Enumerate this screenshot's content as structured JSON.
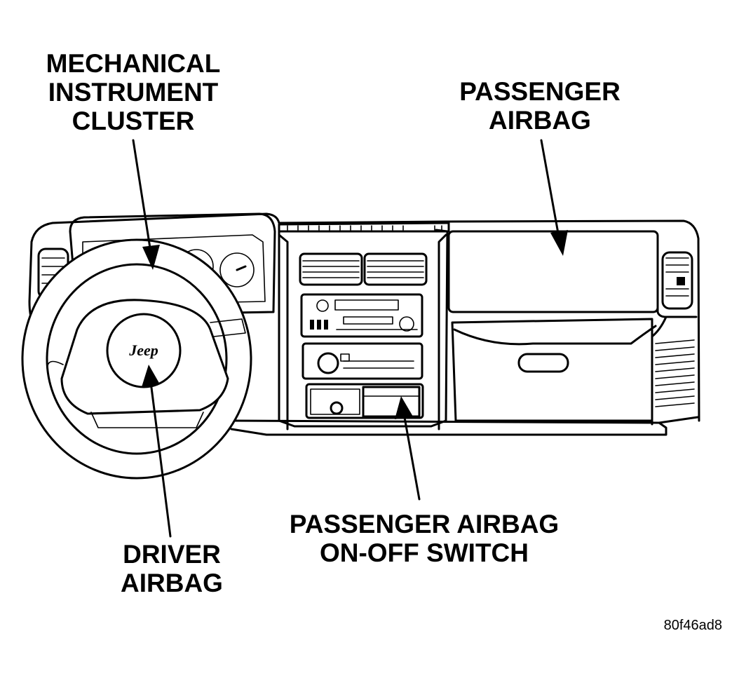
{
  "labels": {
    "cluster": [
      "MECHANICAL",
      "INSTRUMENT",
      "CLUSTER"
    ],
    "passenger_airbag": [
      "PASSENGER",
      "AIRBAG"
    ],
    "driver_airbag": [
      "DRIVER",
      "AIRBAG"
    ],
    "switch": [
      "PASSENGER AIRBAG",
      "ON-OFF SWITCH"
    ]
  },
  "emblem": "Jeep",
  "figure_code": "80f46ad8"
}
